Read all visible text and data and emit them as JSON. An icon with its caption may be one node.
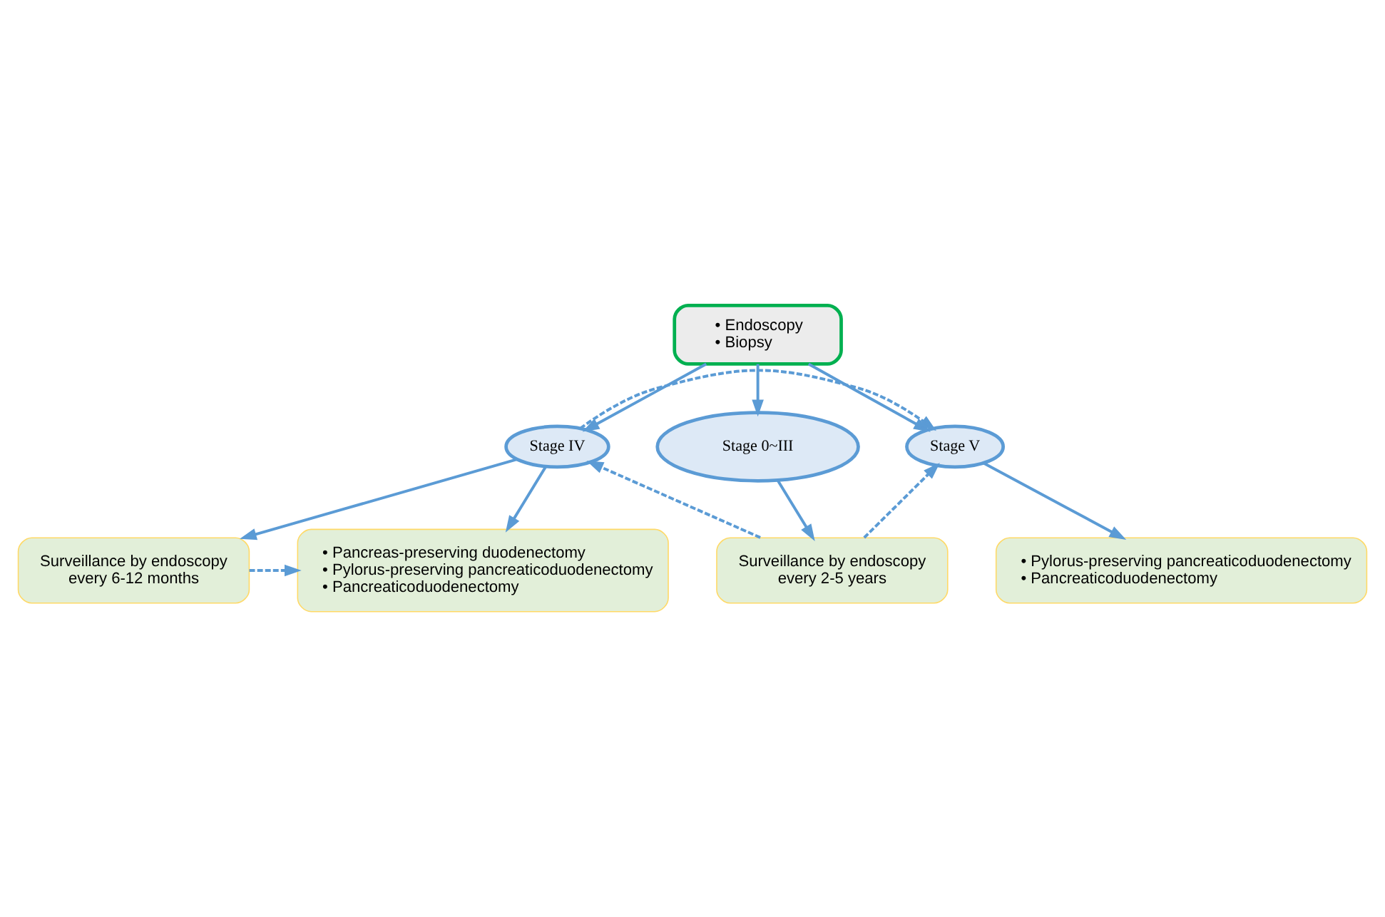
{
  "diagram": {
    "nodes": [
      {
        "text": [
          "• Endoscopy",
          "• Biopsy"
        ]
      },
      {
        "text": [
          "Stage 0~III"
        ]
      },
      {
        "text": [
          "Stage IV"
        ]
      },
      {
        "text": [
          "Stage V"
        ]
      },
      {
        "text": [
          "Surveillance by endoscopy every 2-5 years"
        ]
      },
      {
        "text": [
          "• Pylorus-preserving pancreaticoduodenectomy",
          "• Pancreaticoduodenectomy"
        ]
      },
      {
        "text": [
          "Surveillance by endoscopy every 6-12 months"
        ]
      },
      {
        "text": [
          "• Pancreas-preserving duodenectomy",
          "• Pylorus-preserving pancreaticoduodenectomy",
          "• Pancreaticoduodenectomy"
        ]
      }
    ],
    "edges": [
      {
        "from": 0,
        "to": 1,
        "arrow": "to"
      },
      {
        "from": 0,
        "to": 2,
        "arrow": "to"
      },
      {
        "from": 0,
        "to": 3,
        "arrow": "to"
      },
      {
        "from": 2,
        "to": 3,
        "arrow": "to",
        "style": "dashed"
      },
      {
        "from": 1,
        "to": 4,
        "arrow": "to"
      },
      {
        "from": 4,
        "to": 2,
        "arrow": "to",
        "style": "dashed"
      },
      {
        "from": 4,
        "to": 3,
        "arrow": "to",
        "style": "dashed"
      },
      {
        "from": 2,
        "to": 6,
        "arrow": "to"
      },
      {
        "from": 2,
        "to": 7,
        "arrow": "to"
      },
      {
        "from": 3,
        "to": 5,
        "arrow": "to"
      },
      {
        "from": 6,
        "to": 7,
        "arrow": "to",
        "style": "dashed"
      }
    ]
  }
}
